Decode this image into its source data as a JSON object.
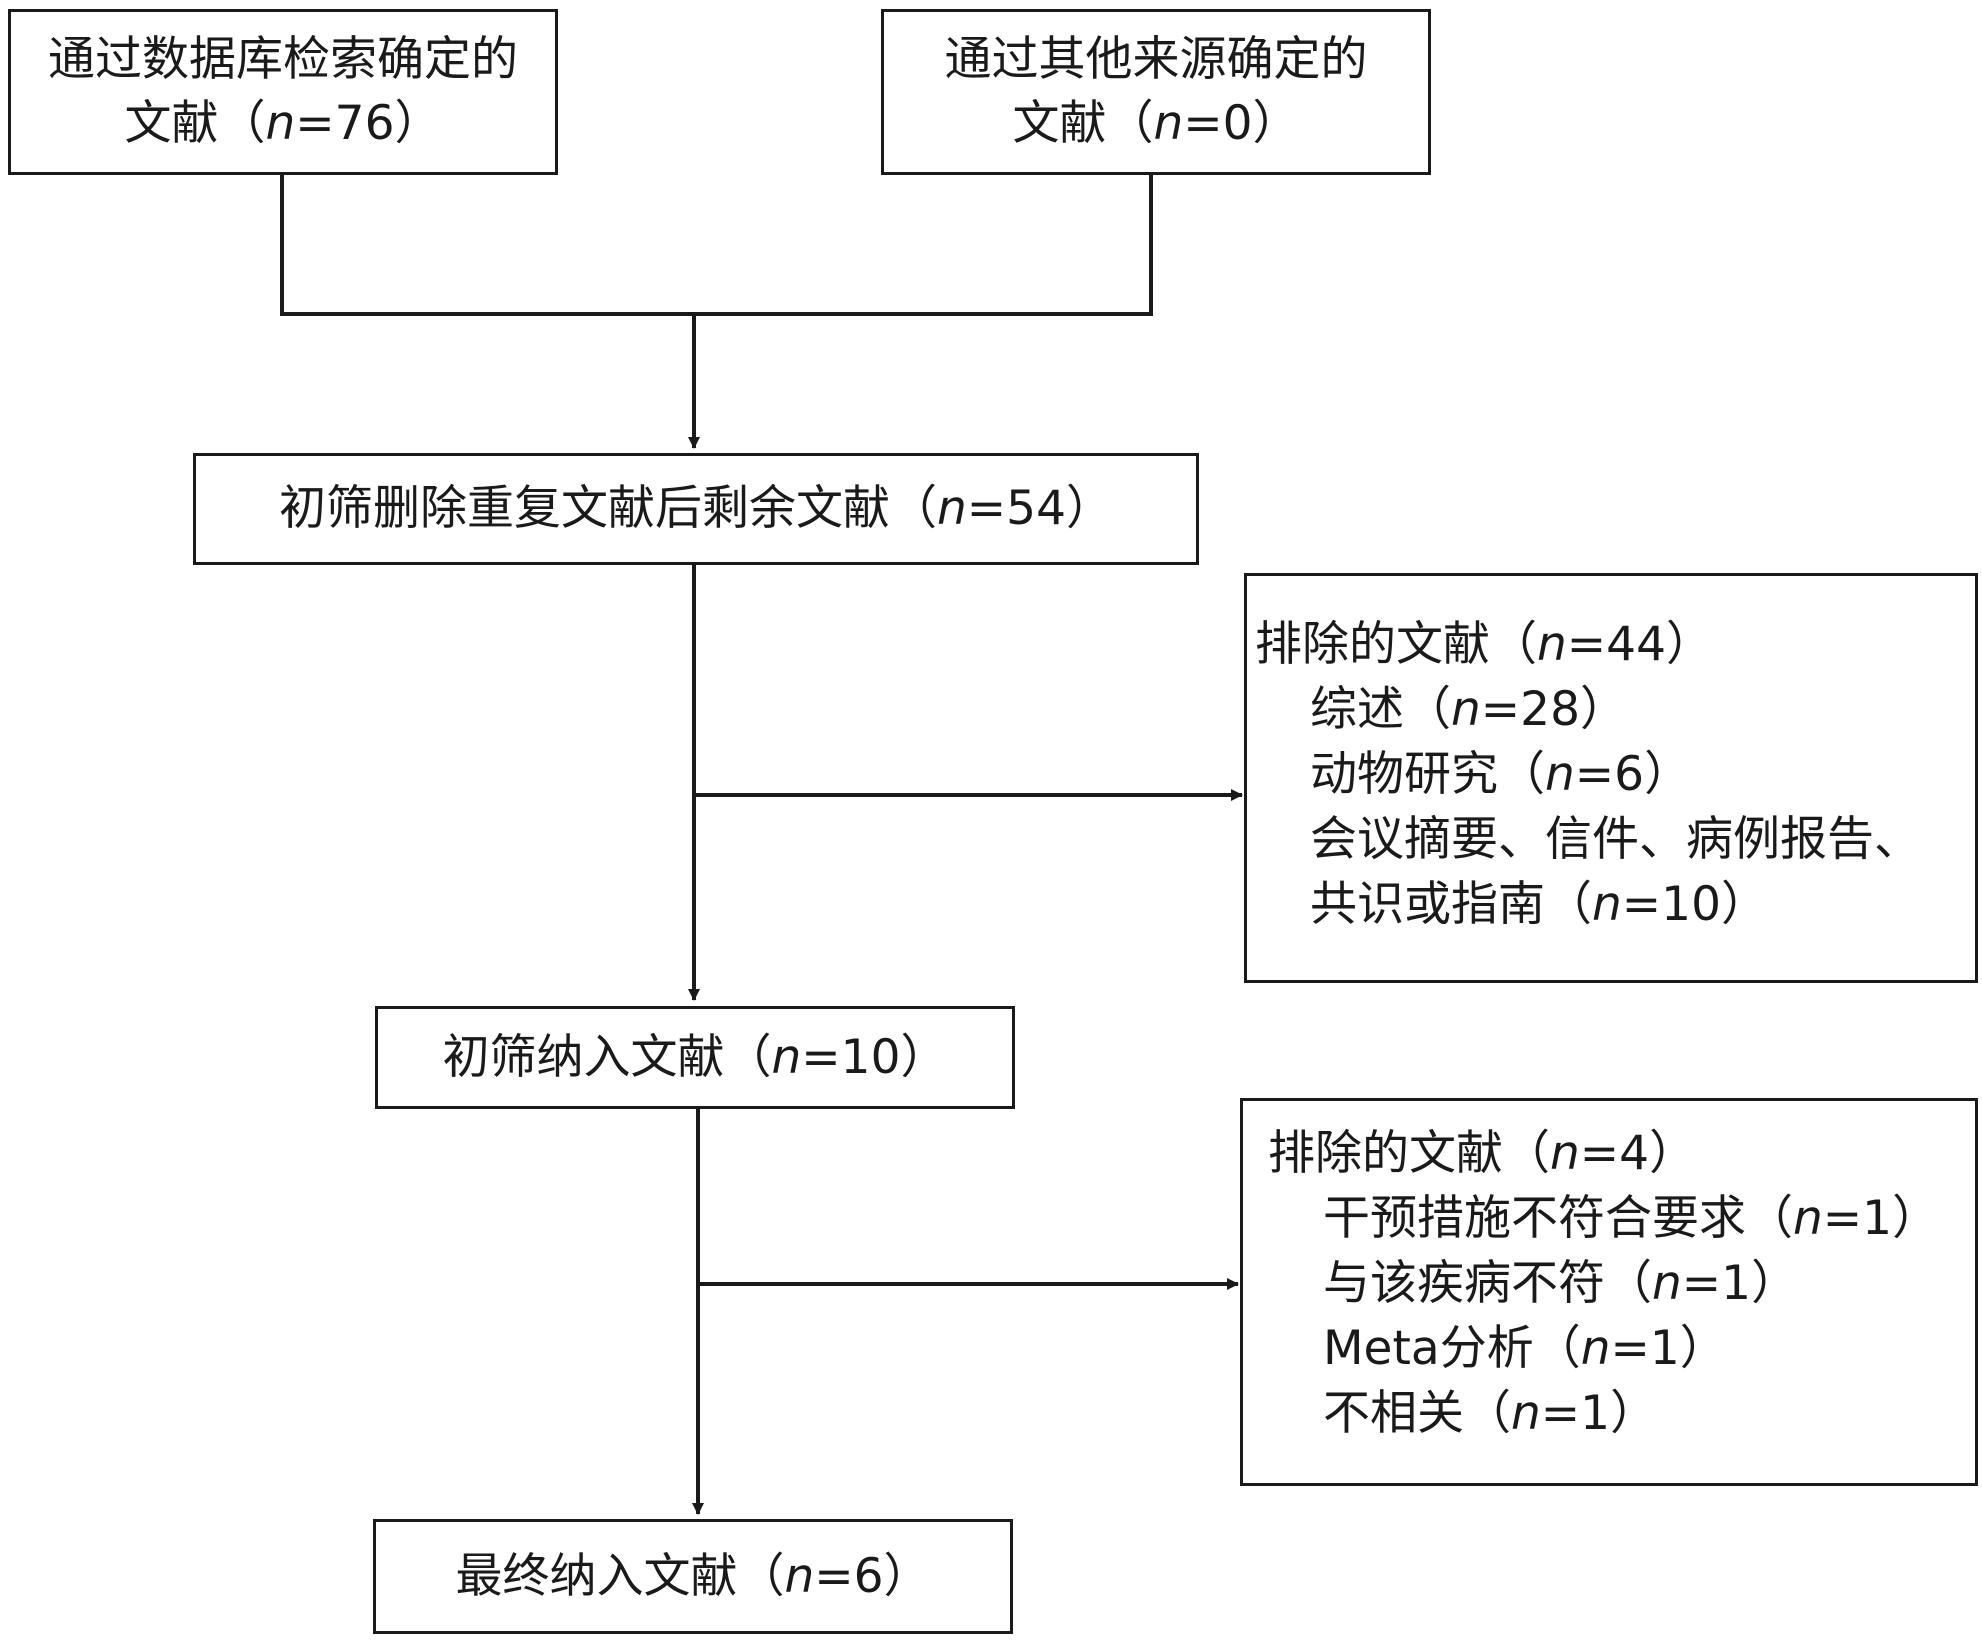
{
  "flowchart": {
    "db_records": {
      "line1": "通过数据库检索确定的",
      "line2_prefix": "文献（",
      "n": "n",
      "line2_suffix": "=76）"
    },
    "other_records": {
      "line1": "通过其他来源确定的",
      "line2_prefix": "文献（",
      "n": "n",
      "line2_suffix": "=0）"
    },
    "after_dedup": {
      "prefix": "初筛删除重复文献后剩余文献（",
      "n": "n",
      "suffix": "=54）"
    },
    "excluded_1": {
      "title": {
        "prefix": "排除的文献（",
        "n": "n",
        "suffix": "=44）"
      },
      "items": [
        {
          "prefix": "综述（",
          "n": "n",
          "suffix": "=28）"
        },
        {
          "prefix": "动物研究（",
          "n": "n",
          "suffix": "=6）"
        },
        {
          "prefix": "会议摘要、信件、病例报告、",
          "n": "",
          "suffix": ""
        },
        {
          "prefix": "共识或指南（",
          "n": "n",
          "suffix": "=10）"
        }
      ]
    },
    "screened_included": {
      "prefix": "初筛纳入文献（",
      "n": "n",
      "suffix": "=10）"
    },
    "excluded_2": {
      "title": {
        "prefix": "排除的文献（",
        "n": "n",
        "suffix": "=4）"
      },
      "items": [
        {
          "prefix": "干预措施不符合要求（",
          "n": "n",
          "suffix": "=1）"
        },
        {
          "prefix": "与该疾病不符（",
          "n": "n",
          "suffix": "=1）"
        },
        {
          "prefix": "Meta分析（",
          "n": "n",
          "suffix": "=1）"
        },
        {
          "prefix": "不相关（",
          "n": "n",
          "suffix": "=1）"
        }
      ]
    },
    "final_included": {
      "prefix": "最终纳入文献（",
      "n": "n",
      "suffix": "=6）"
    }
  },
  "colors": {
    "stroke": "#1a1a1a",
    "background": "#ffffff"
  }
}
